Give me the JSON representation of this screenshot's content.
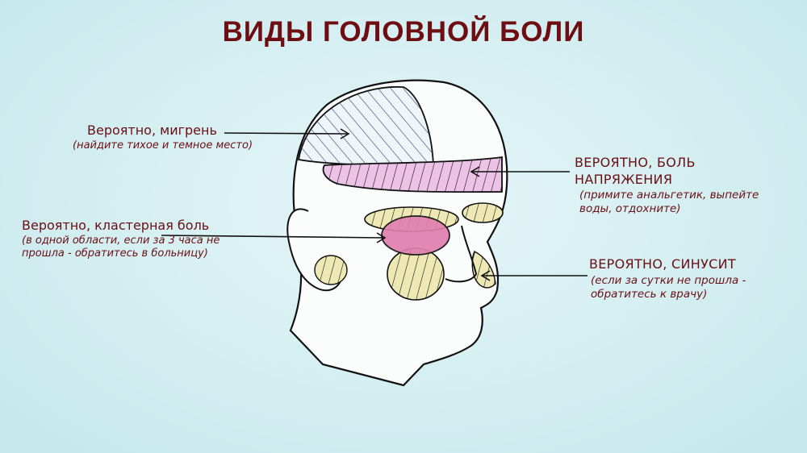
{
  "title": "ВИДЫ ГОЛОВНОЙ БОЛИ",
  "colors": {
    "text": "#6e0e12",
    "migraine_hatch": "#2f3a78",
    "tension_fill": "#ecc3e6",
    "cluster_fill": "#e07fb0",
    "sinus_fill": "#eee9b4",
    "outline": "#111111"
  },
  "labels": {
    "migraine": {
      "main": "Вероятно, мигрень",
      "note": "(найдите тихое и темное место)"
    },
    "tension": {
      "line1": "ВЕРОЯТНО, БОЛЬ",
      "line2": "НАПРЯЖЕНИЯ",
      "note1": "(примите анальгетик, выпейте",
      "note2": "воды, отдохните)"
    },
    "cluster": {
      "main": "Вероятно, кластерная боль",
      "note1": "(в одной области, если за 3 часа не",
      "note2": "прошла - обратитесь в больницу)"
    },
    "sinus": {
      "main": "ВЕРОЯТНО, СИНУСИТ",
      "note1": "(если за сутки не прошла -",
      "note2": "обратитесь к врачу)"
    }
  }
}
